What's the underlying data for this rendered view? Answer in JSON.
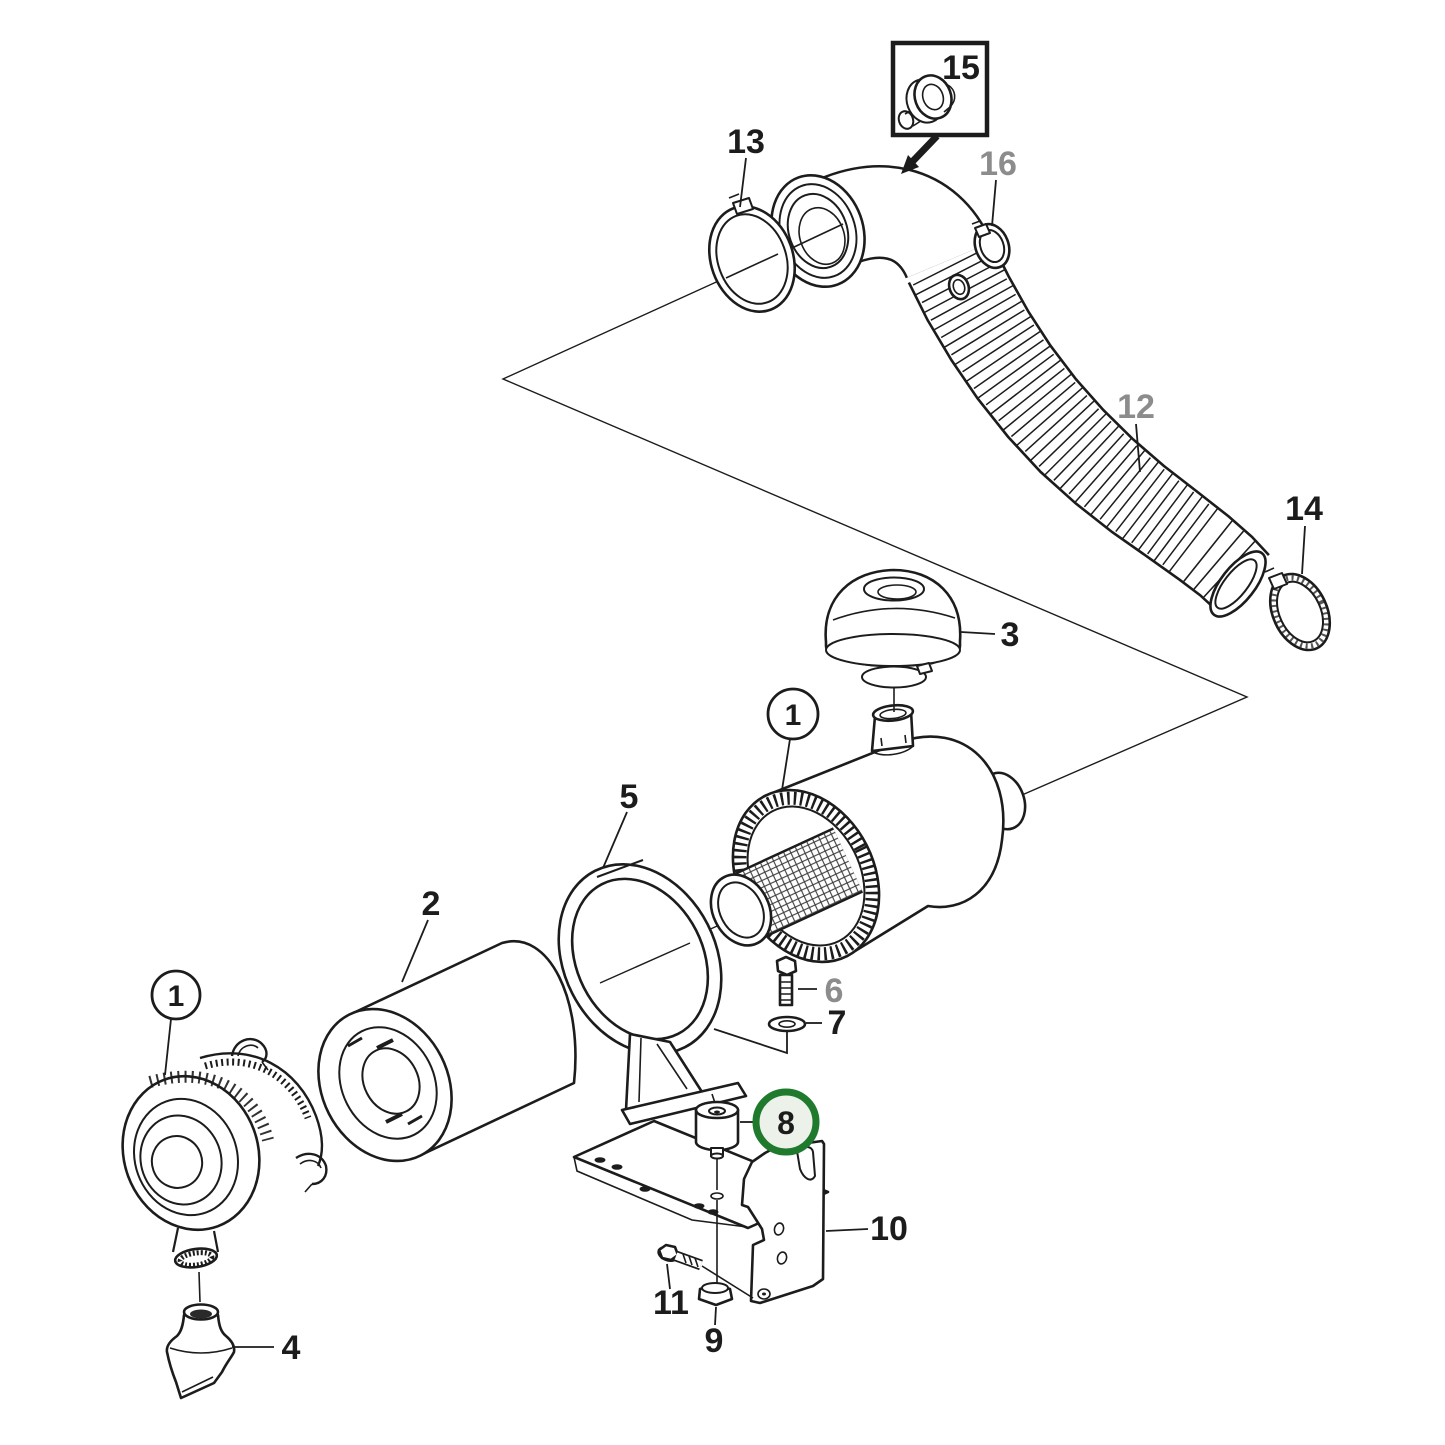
{
  "diagram": {
    "type": "exploded-parts-diagram",
    "background": "#ffffff",
    "colors": {
      "ink": "#1c1c1c",
      "muted_label": "#8c8c8c",
      "highlight_ring": "#1f7a2e",
      "highlight_fill": "#ecf1ea"
    },
    "highlighted_part": "8"
  },
  "callouts": {
    "n15": {
      "text": "15"
    },
    "n13": {
      "text": "13"
    },
    "n16": {
      "text": "16",
      "muted": true
    },
    "n12": {
      "text": "12",
      "muted": true
    },
    "n14": {
      "text": "14"
    },
    "n3": {
      "text": "3"
    },
    "n1_right": {
      "text": "1",
      "circled": true
    },
    "n5": {
      "text": "5"
    },
    "n2": {
      "text": "2"
    },
    "n6": {
      "text": "6",
      "muted": true
    },
    "n7": {
      "text": "7"
    },
    "n1_left": {
      "text": "1",
      "circled": true
    },
    "n8": {
      "text": "8",
      "highlighted": true
    },
    "n10": {
      "text": "10"
    },
    "n11": {
      "text": "11"
    },
    "n9": {
      "text": "9"
    },
    "n4": {
      "text": "4"
    }
  }
}
